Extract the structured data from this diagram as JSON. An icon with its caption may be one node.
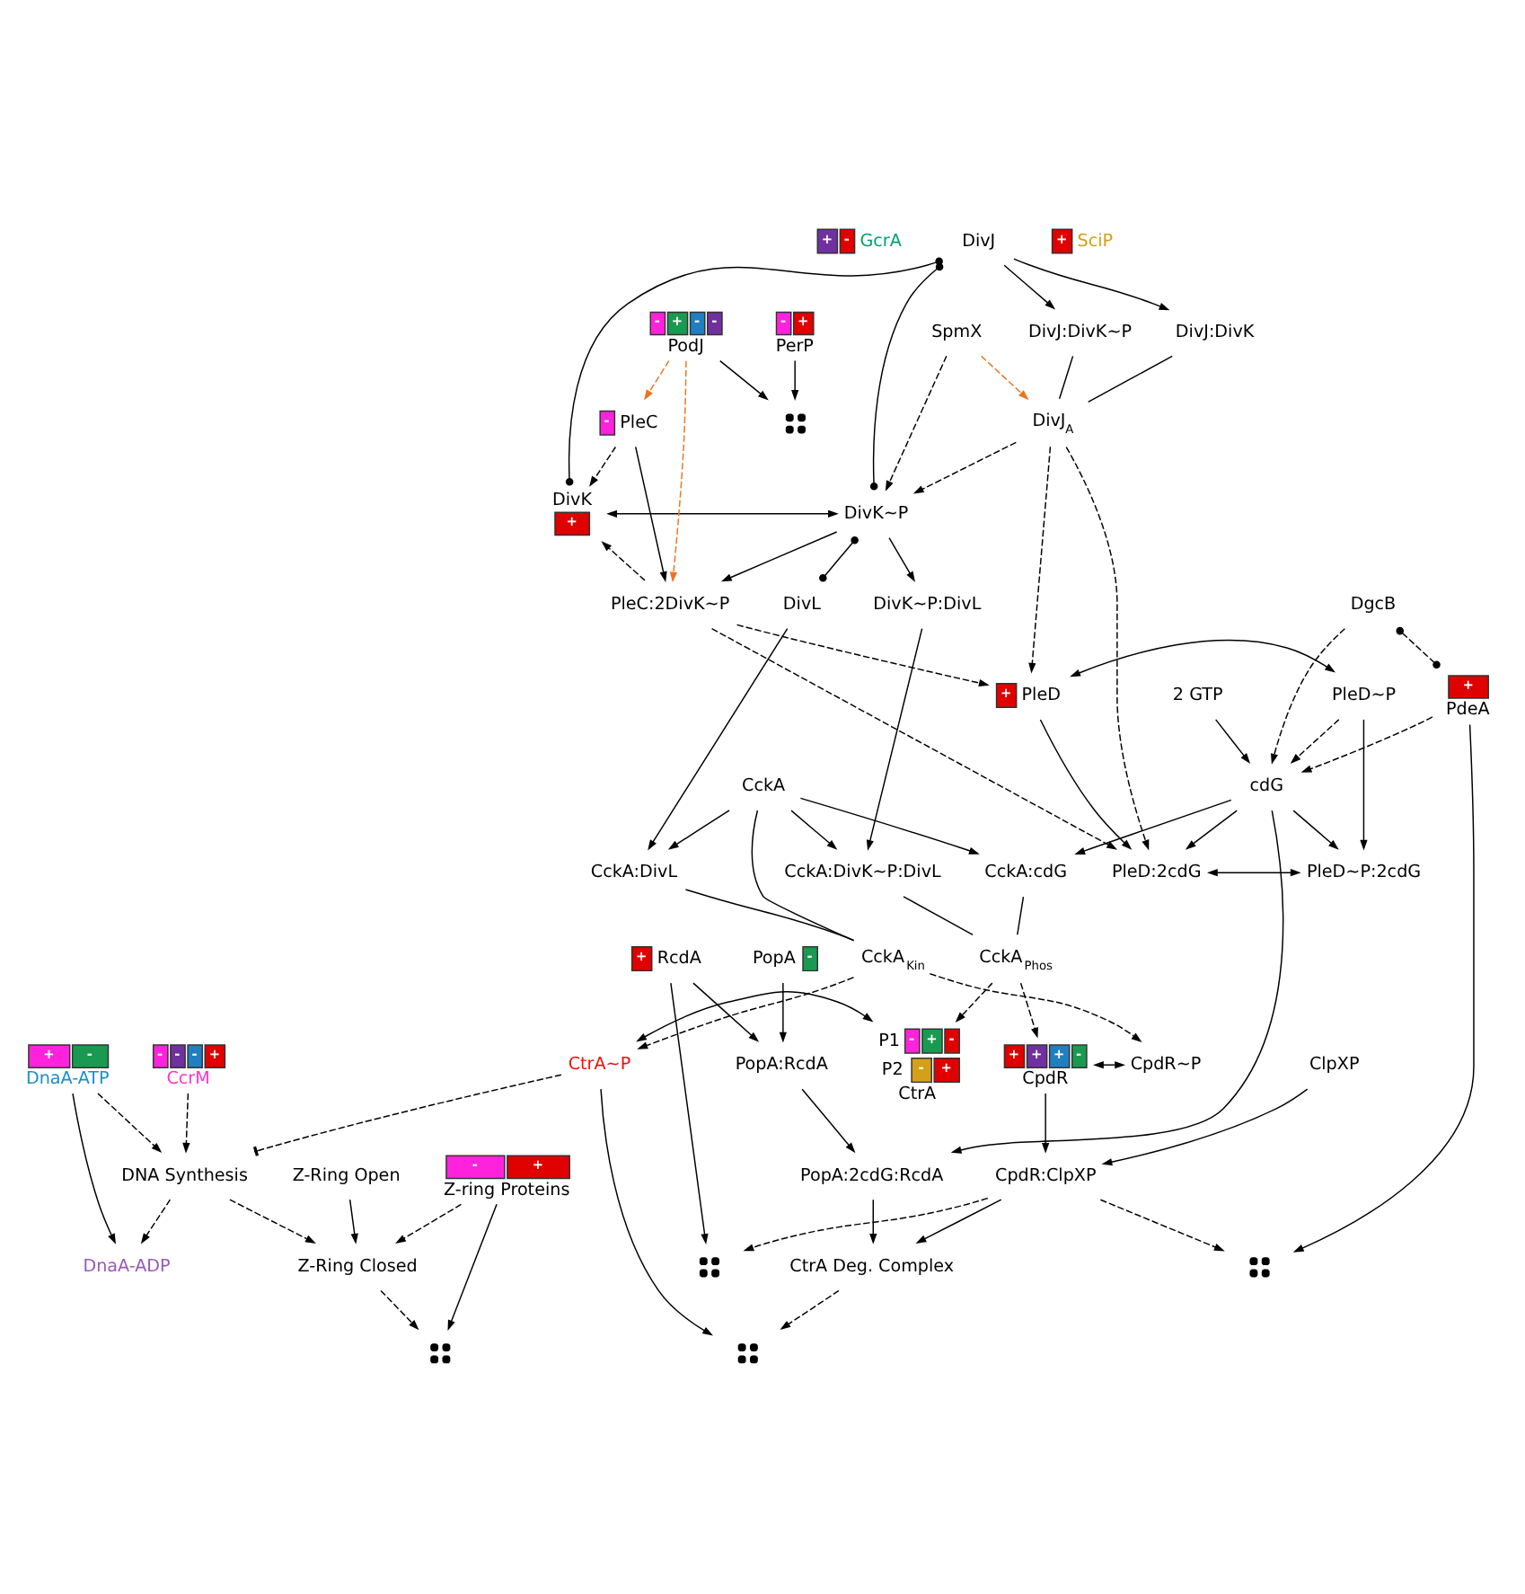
{
  "diagram": {
    "nodes": [
      {
        "text": [
          "+",
          "-",
          "GcrA"
        ]
      },
      {
        "text": [
          "-",
          "-",
          "-",
          "+",
          "CcrM"
        ]
      },
      {
        "text": [
          "+",
          "-",
          "DnaA-ATP"
        ]
      },
      {
        "text": [
          "DnaA-ADP"
        ]
      },
      {
        "text": [
          "DNA Synthesis"
        ]
      },
      {
        "text": [
          "-",
          "+",
          "Z-ring Proteins"
        ]
      },
      {
        "text": [
          "Z-Ring Closed"
        ]
      },
      {
        "text": [
          "Z-Ring Open"
        ]
      },
      {
        "text": [],
        "shape": "dots"
      },
      {
        "text": [
          "DivJ"
        ]
      },
      {
        "text": [
          "DivJ:DivK"
        ]
      },
      {
        "text": [
          "DivJ:DivK~P"
        ]
      },
      {
        "text": [
          "DivJ$_{A}$"
        ]
      },
      {
        "text": [
          "SpmX"
        ]
      },
      {
        "text": [
          "P1",
          "-",
          "+",
          "-",
          "P2",
          "-",
          "+",
          "CtrA"
        ]
      },
      {
        "text": [
          "CtrA~P"
        ]
      },
      {
        "text": [
          "+",
          "SciP"
        ]
      },
      {
        "text": [
          "+",
          "+",
          "+",
          "-",
          "CpdR"
        ]
      },
      {
        "text": [
          "CpdR~P"
        ]
      },
      {
        "text": [
          "ClpXP"
        ]
      },
      {
        "text": [
          "CpdR:ClpXP"
        ]
      },
      {
        "text": [],
        "shape": "dots"
      },
      {
        "text": [
          "CtrA Deg. Complex"
        ]
      },
      {
        "text": [
          "DivK",
          "+"
        ]
      },
      {
        "text": [
          "DivK~P"
        ]
      },
      {
        "text": [
          "DivL"
        ]
      },
      {
        "text": [
          "CckA:DivL"
        ]
      },
      {
        "text": [
          "CckA"
        ]
      },
      {
        "text": [
          "CckA$_{Kin}$"
        ]
      },
      {
        "text": [
          "DivK~P:DivL"
        ]
      },
      {
        "text": [
          "CckA:DivK~P:DivL"
        ]
      },
      {
        "text": [
          "CckA$_{Phos}$"
        ]
      },
      {
        "text": [
          "CckA:cdG"
        ]
      },
      {
        "text": [
          "-",
          "PleC"
        ]
      },
      {
        "text": [
          "PleC:2DivK~P"
        ]
      },
      {
        "text": [
          "-",
          "+",
          "PerP"
        ]
      },
      {
        "text": [
          "-",
          "+",
          "-",
          "-",
          "PodJ"
        ]
      },
      {
        "text": [],
        "shape": "dots"
      },
      {
        "text": [
          "PopA:2cdG:RcdA"
        ]
      },
      {
        "text": [
          "PopA:RcdA"
        ]
      },
      {
        "text": [
          "PopA",
          "-"
        ]
      },
      {
        "text": [
          "+",
          "RcdA"
        ]
      },
      {
        "text": [],
        "shape": "dots"
      },
      {
        "text": [
          "PleD:2cdG"
        ]
      },
      {
        "text": [
          "+",
          "PleD"
        ]
      },
      {
        "text": [
          "2 GTP"
        ]
      },
      {
        "text": [
          "cdG"
        ]
      },
      {
        "text": [
          "PleD~P:2cdG"
        ]
      },
      {
        "text": [
          "PleD~P"
        ]
      },
      {
        "text": [
          "+",
          "PdeA"
        ]
      },
      {
        "text": [],
        "shape": "dots"
      },
      {
        "text": [
          "DgcB"
        ]
      }
    ],
    "edges": [
      {
        "from": 1,
        "to": 4,
        "arrow": "to",
        "style": "dashed"
      },
      {
        "from": 2,
        "to": 4,
        "arrow": "to",
        "style": "dashed"
      },
      {
        "from": 2,
        "to": 3,
        "arrow": "to"
      },
      {
        "from": 4,
        "to": 3,
        "arrow": "to",
        "style": "dashed"
      },
      {
        "from": 5,
        "to": 8,
        "arrow": "to"
      },
      {
        "from": 6,
        "to": 8,
        "arrow": "to",
        "style": "dashed"
      },
      {
        "from": 5,
        "to": 6,
        "arrow": "to",
        "style": "dashed"
      },
      {
        "from": 4,
        "to": 6,
        "arrow": "to",
        "style": "dashed"
      },
      {
        "from": 7,
        "to": 6,
        "arrow": "to"
      },
      {
        "from": 15,
        "to": 4,
        "arrow": "other",
        "style": "dashed"
      },
      {
        "from": 14,
        "to": 15,
        "arrow": "both"
      },
      {
        "from": 17,
        "to": 18,
        "arrow": "both"
      },
      {
        "from": 28,
        "to": 15,
        "arrow": "to",
        "style": "dashed"
      },
      {
        "from": 28,
        "to": 18,
        "arrow": "to",
        "style": "dashed"
      },
      {
        "from": 31,
        "to": 14,
        "arrow": "to",
        "style": "dashed"
      },
      {
        "from": 31,
        "to": 17,
        "arrow": "to",
        "style": "dashed"
      },
      {
        "from": 17,
        "to": 20,
        "arrow": "to"
      },
      {
        "from": 19,
        "to": 20,
        "arrow": "to"
      },
      {
        "from": 15,
        "to": 21,
        "arrow": "to"
      },
      {
        "from": 22,
        "to": 21,
        "arrow": "to",
        "style": "dashed"
      },
      {
        "from": 20,
        "to": 22,
        "arrow": "to"
      },
      {
        "from": 38,
        "to": 22,
        "arrow": "to"
      },
      {
        "from": 20,
        "to": 50,
        "arrow": "to",
        "style": "dashed"
      },
      {
        "from": 20,
        "to": 42,
        "arrow": "to",
        "style": "dashed"
      },
      {
        "from": 9,
        "to": 10,
        "arrow": "to"
      },
      {
        "from": 9,
        "to": 11,
        "arrow": "to"
      },
      {
        "from": 9,
        "to": 23,
        "arrow": "other"
      },
      {
        "from": 9,
        "to": 24,
        "arrow": "other"
      },
      {
        "from": 10,
        "to": 12,
        "arrow": "none"
      },
      {
        "from": 11,
        "to": 12,
        "arrow": "none"
      },
      {
        "from": 13,
        "to": 12,
        "arrow": "to",
        "style": "dashed",
        "color": "#e87722"
      },
      {
        "from": 13,
        "to": 24,
        "arrow": "to",
        "style": "dashed"
      },
      {
        "from": 12,
        "to": 24,
        "arrow": "to",
        "style": "dashed"
      },
      {
        "from": 23,
        "to": 24,
        "arrow": "both"
      },
      {
        "from": 34,
        "to": 23,
        "arrow": "to",
        "style": "dashed"
      },
      {
        "from": 33,
        "to": 23,
        "arrow": "to",
        "style": "dashed"
      },
      {
        "from": 24,
        "to": 34,
        "arrow": "to"
      },
      {
        "from": 33,
        "to": 34,
        "arrow": "to"
      },
      {
        "from": 36,
        "to": 33,
        "arrow": "to",
        "style": "dashed",
        "color": "#e87722"
      },
      {
        "from": 36,
        "to": 34,
        "arrow": "to",
        "style": "dashed",
        "color": "#e87722"
      },
      {
        "from": 36,
        "to": 37,
        "arrow": "to"
      },
      {
        "from": 35,
        "to": 37,
        "arrow": "to"
      },
      {
        "from": 24,
        "to": 25,
        "arrow": "other"
      },
      {
        "from": 24,
        "to": 29,
        "arrow": "to"
      },
      {
        "from": 25,
        "to": 26,
        "arrow": "to"
      },
      {
        "from": 27,
        "to": 26,
        "arrow": "to"
      },
      {
        "from": 29,
        "to": 30,
        "arrow": "to"
      },
      {
        "from": 27,
        "to": 30,
        "arrow": "to"
      },
      {
        "from": 27,
        "to": 32,
        "arrow": "to"
      },
      {
        "from": 46,
        "to": 32,
        "arrow": "to"
      },
      {
        "from": 26,
        "to": 28,
        "arrow": "none"
      },
      {
        "from": 27,
        "to": 28,
        "arrow": "none"
      },
      {
        "from": 30,
        "to": 31,
        "arrow": "none"
      },
      {
        "from": 32,
        "to": 31,
        "arrow": "none"
      },
      {
        "from": 46,
        "to": 38,
        "arrow": "to"
      },
      {
        "from": 39,
        "to": 38,
        "arrow": "to"
      },
      {
        "from": 40,
        "to": 39,
        "arrow": "to"
      },
      {
        "from": 41,
        "to": 39,
        "arrow": "to"
      },
      {
        "from": 41,
        "to": 42,
        "arrow": "to"
      },
      {
        "from": 49,
        "to": 50,
        "arrow": "to"
      },
      {
        "from": 49,
        "to": 46,
        "arrow": "to",
        "style": "dashed"
      },
      {
        "from": 51,
        "to": 49,
        "arrow": "other",
        "style": "dashed"
      },
      {
        "from": 45,
        "to": 46,
        "arrow": "to"
      },
      {
        "from": 48,
        "to": 46,
        "arrow": "to",
        "style": "dashed"
      },
      {
        "from": 51,
        "to": 46,
        "arrow": "to",
        "style": "dashed"
      },
      {
        "from": 43,
        "to": 47,
        "arrow": "both"
      },
      {
        "from": 44,
        "to": 48,
        "arrow": "both"
      },
      {
        "from": 46,
        "to": 43,
        "arrow": "to"
      },
      {
        "from": 44,
        "to": 43,
        "arrow": "to"
      },
      {
        "from": 46,
        "to": 47,
        "arrow": "to"
      },
      {
        "from": 48,
        "to": 47,
        "arrow": "to"
      },
      {
        "from": 34,
        "to": 43,
        "arrow": "to",
        "style": "dashed"
      },
      {
        "from": 34,
        "to": 44,
        "arrow": "to",
        "style": "dashed"
      },
      {
        "from": 12,
        "to": 43,
        "arrow": "to",
        "style": "dashed"
      },
      {
        "from": 12,
        "to": 44,
        "arrow": "to",
        "style": "dashed"
      }
    ]
  }
}
